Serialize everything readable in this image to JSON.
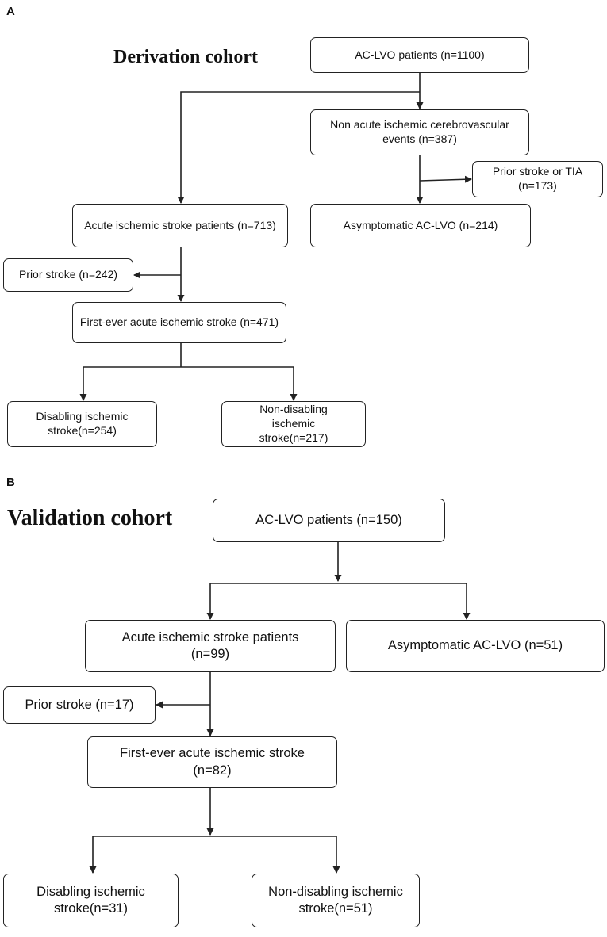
{
  "panel_a": {
    "label": "A",
    "title": "Derivation cohort",
    "nodes": {
      "root": "AC-LVO patients (n=1100)",
      "non_acute": "Non acute ischemic cerebrovascular events (n=387)",
      "prior_tia": "Prior stroke or TIA (n=173)",
      "asymptomatic": "Asymptomatic AC-LVO (n=214)",
      "acute": "Acute ischemic stroke patients (n=713)",
      "prior_stroke": "Prior stroke (n=242)",
      "first_ever": "First-ever acute ischemic stroke (n=471)",
      "disabling": "Disabling ischemic stroke(n=254)",
      "non_disabling": "Non-disabling ischemic stroke(n=217)"
    }
  },
  "panel_b": {
    "label": "B",
    "title": "Validation cohort",
    "nodes": {
      "root": "AC-LVO patients (n=150)",
      "acute": "Acute ischemic stroke patients (n=99)",
      "asymptomatic": "Asymptomatic AC-LVO (n=51)",
      "prior_stroke": "Prior stroke (n=17)",
      "first_ever": "First-ever acute ischemic stroke (n=82)",
      "disabling": "Disabling ischemic stroke(n=31)",
      "non_disabling": "Non-disabling ischemic stroke(n=51)"
    }
  }
}
